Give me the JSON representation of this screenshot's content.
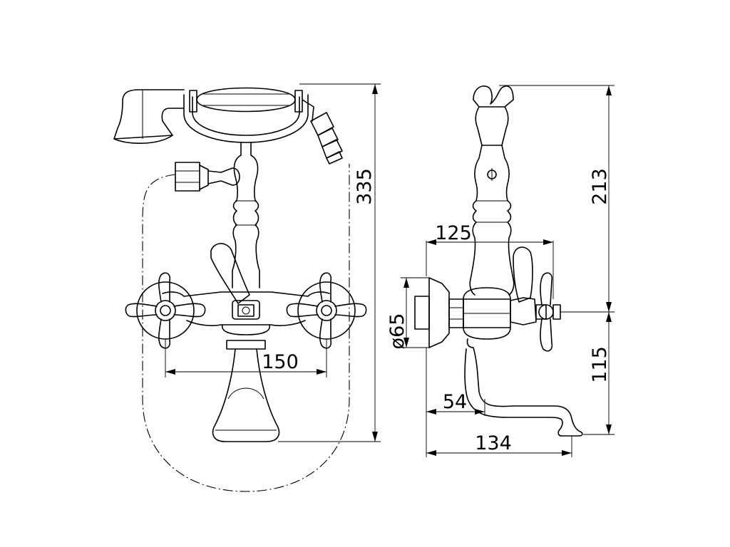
{
  "dimensions": {
    "height_total": "335",
    "handle_spacing": "150",
    "height_upper": "213",
    "height_lower": "115",
    "depth_handle": "125",
    "flange_diameter": "ø65",
    "spout_offset": "54",
    "spout_reach": "134"
  }
}
